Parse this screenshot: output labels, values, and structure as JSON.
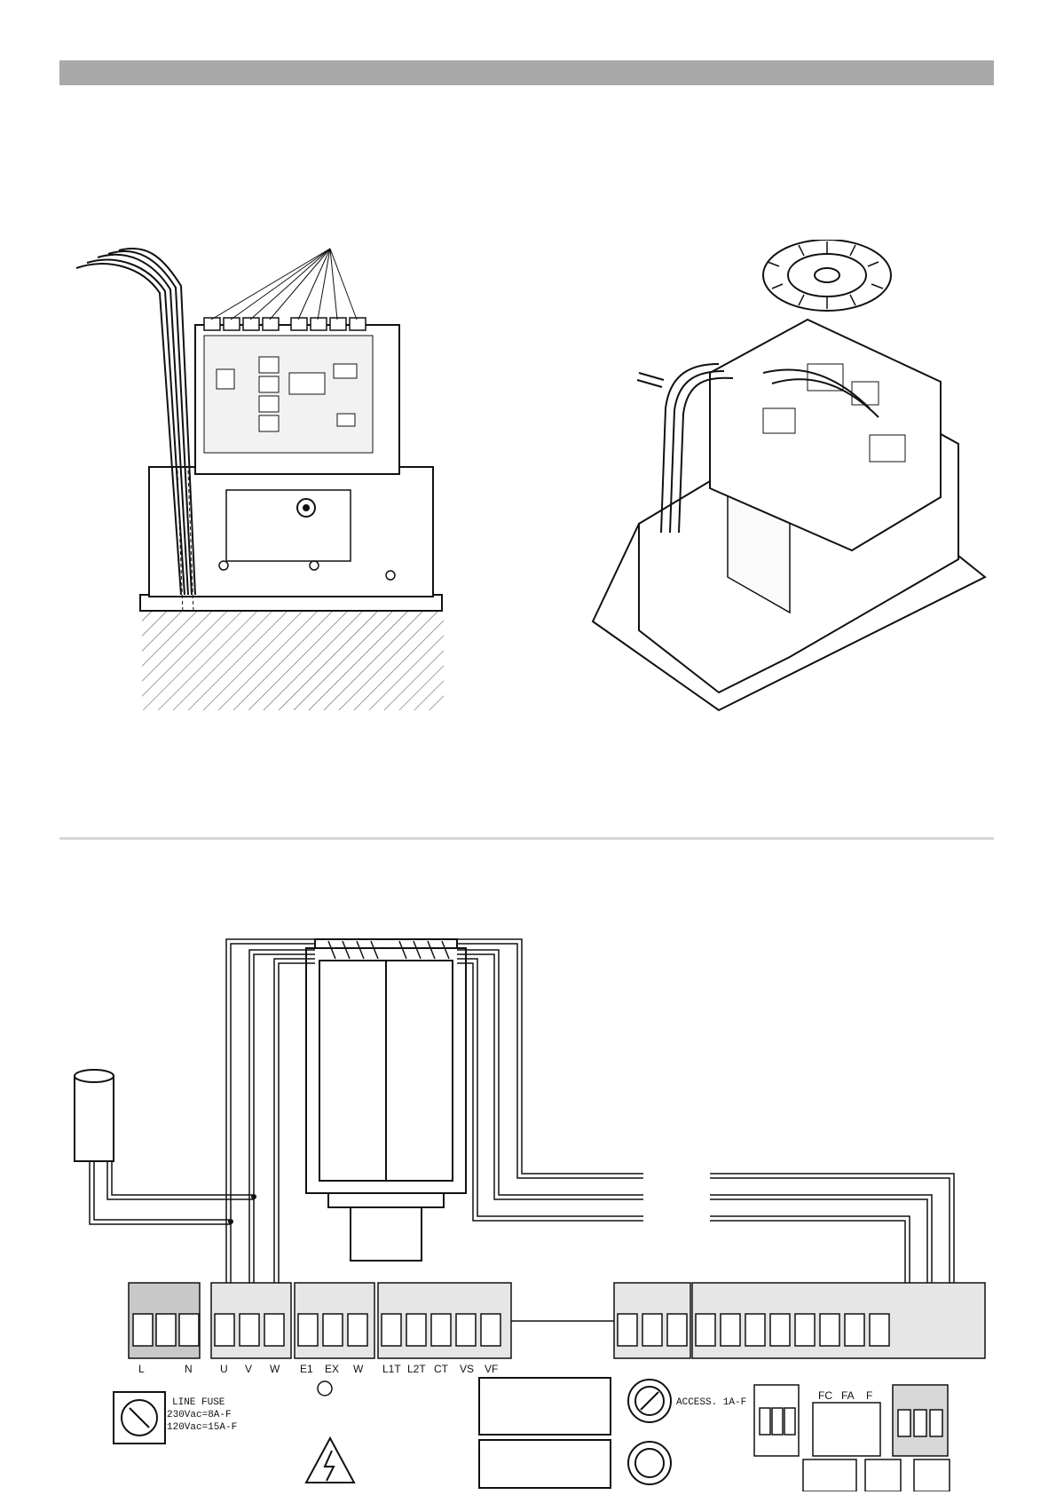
{
  "colors": {
    "header_bar": "#a9a9a9",
    "divider": "#d6d6d6",
    "line": "#111111",
    "terminal_grey": "#c8c8c8",
    "terminal_dark": "#bdbdbd"
  },
  "terminals": {
    "labels": [
      "L",
      "N",
      "U",
      "V",
      "W",
      "E1",
      "EX",
      "W",
      "L1T",
      "L2T",
      "CT",
      "VS",
      "VF"
    ],
    "fc_label": "FC",
    "fa_label": "FA",
    "f_label": "F"
  },
  "fuses": {
    "line_fuse_title": "LINE FUSE",
    "line_fuse_230": "230Vac=8A-F",
    "line_fuse_120": "120Vac=15A-F",
    "access_fuse": "ACCESS. 1A-F"
  },
  "icons": [
    "warning-triangle-icon",
    "fuse-icon",
    "capacitor-icon",
    "motor-icon"
  ]
}
